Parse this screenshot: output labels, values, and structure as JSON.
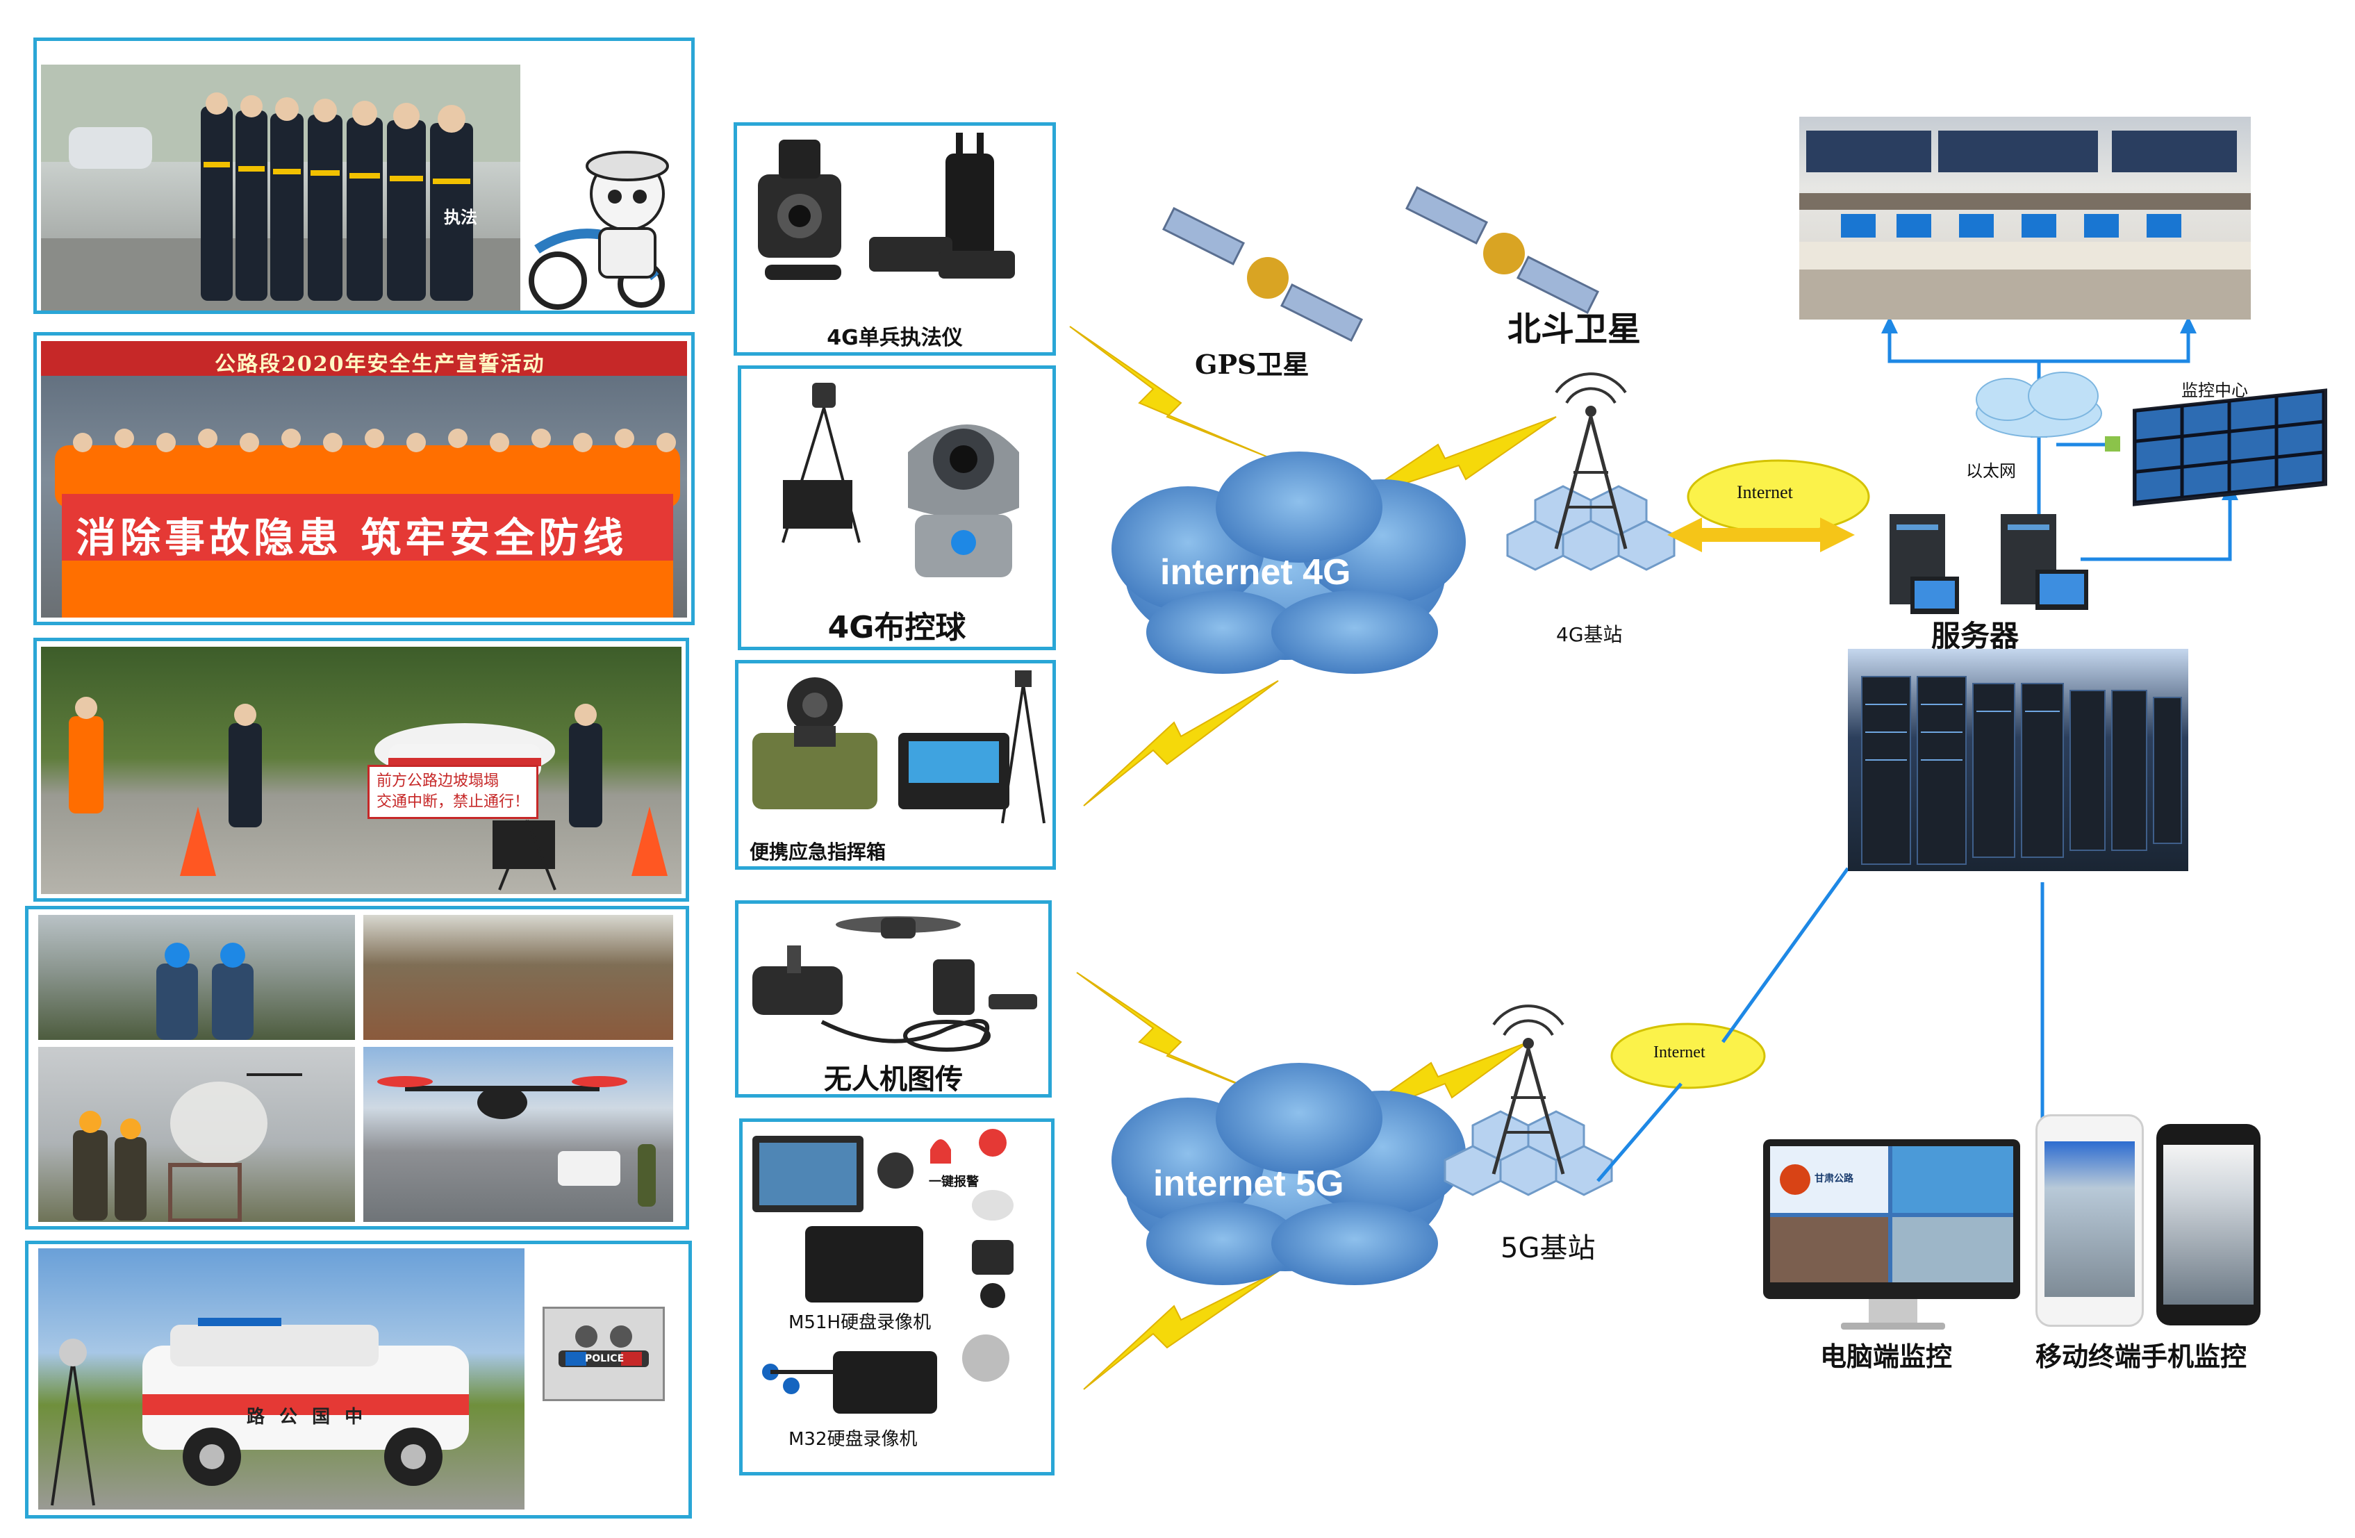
{
  "photos": {
    "banner_title": "公路段2020年安全生产宣誓活动",
    "banner_slogan": "消除事故隐患  筑牢安全防线",
    "roadblock_sign": [
      "前方公路边坡塌塌",
      "交通中断，禁止通行！"
    ],
    "vest_text": "执法",
    "vehicle_door_text": "路 公 国 中",
    "vehicle_police_text": "POLICE"
  },
  "devices": {
    "enforcement_recorder": "4G单兵执法仪",
    "deploy_dome": "4G布控球",
    "emergency_box": "便携应急指挥箱",
    "drone_transmission": "无人机图传",
    "m51h": "M51H硬盘录像机",
    "m32": "M32硬盘录像机",
    "alarm_label": "一键报警"
  },
  "network": {
    "gps_satellite": "GPS卫星",
    "beidou_satellite": "北斗卫星",
    "cloud_4g": "internet 4G",
    "cloud_5g": "internet 5G",
    "base_4g": "4G基站",
    "base_5g": "5G基站",
    "internet_top": "Internet",
    "internet_bottom": "Internet",
    "server": "服务器",
    "ethernet": "以太网",
    "monitor_center": "监控中心",
    "pc_monitor": "电脑端监控",
    "mobile_monitor": "移动终端手机监控",
    "pc_screen_brand": "甘肃公路"
  },
  "colors": {
    "frame_border": "#2aa6d6",
    "lightning": "#f5d90a",
    "cloud": "#4a86c8",
    "link_line": "#1e88e5",
    "banner_red": "#e53935",
    "vest_orange": "#ff6f00"
  }
}
